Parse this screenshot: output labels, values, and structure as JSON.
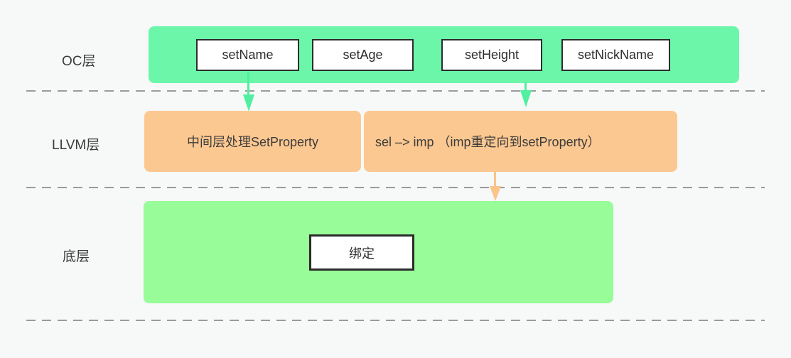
{
  "diagram": {
    "layers": {
      "oc": {
        "label": "OC层",
        "methods": [
          "setName",
          "setAge",
          "setHeight",
          "setNickName"
        ]
      },
      "llvm": {
        "label": "LLVM层",
        "middle_box": "中间层处理SetProperty",
        "sel_imp_box": "sel –> imp （imp重定向到setProperty）"
      },
      "base": {
        "label": "底层",
        "bind_box": "绑定"
      }
    },
    "colors": {
      "background": "#f7f8f8",
      "oc_bar": "#6bf6aa",
      "llvm_box": "#fcc891",
      "base_bar": "#98fc98",
      "green_arrow": "#50f0a0",
      "orange_arrow": "#fcc38a",
      "dashed_line": "#9b9b9b",
      "box_border": "#2d2d2d",
      "text": "#3b3b3b"
    }
  }
}
